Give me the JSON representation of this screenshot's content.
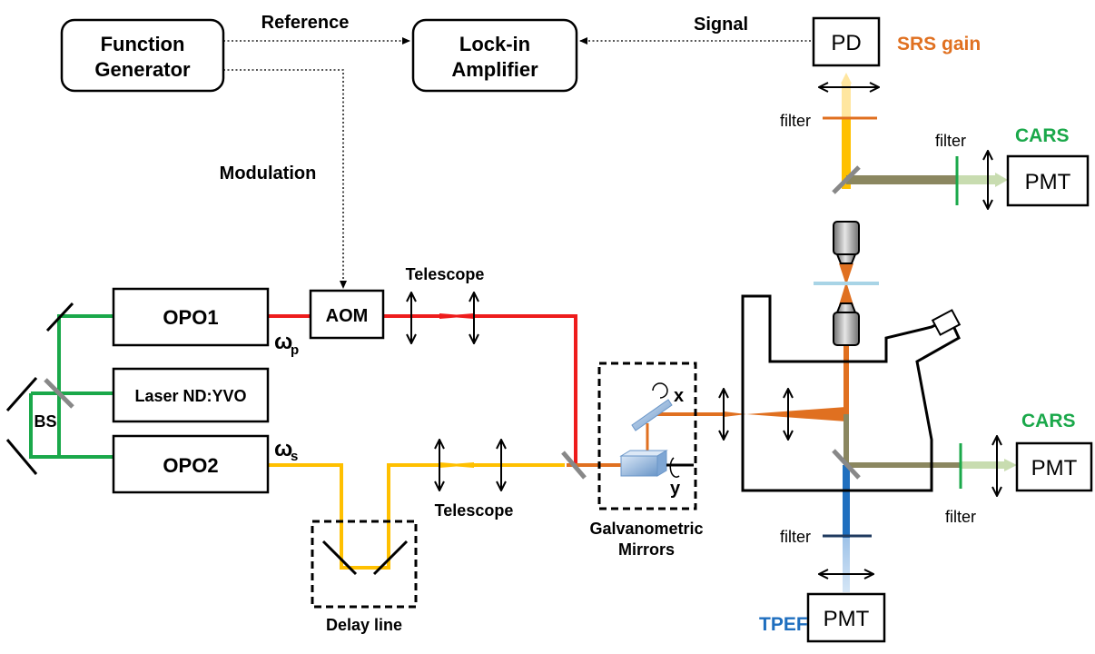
{
  "boxes": {
    "function_generator": [
      "Function",
      "Generator"
    ],
    "lockin_amplifier": [
      "Lock-in",
      "Amplifier"
    ],
    "pd": "PD",
    "pmt": "PMT",
    "opo1": "OPO1",
    "opo2": "OPO2",
    "laser": "Laser ND:YVO",
    "aom": "AOM"
  },
  "labels": {
    "reference": "Reference",
    "signal": "Signal",
    "modulation": "Modulation",
    "telescope": "Telescope",
    "galvo": [
      "Galvanometric",
      "Mirrors"
    ],
    "delay_line": "Delay line",
    "bs": "BS",
    "filter": "filter",
    "omega_p_base": "ω",
    "omega_p_sub": "p",
    "omega_s_base": "ω",
    "omega_s_sub": "s",
    "axis_x": "x",
    "axis_y": "y"
  },
  "detector_labels": {
    "srs_gain": "SRS gain",
    "cars": "CARS",
    "tpef": "TPEF"
  },
  "colors": {
    "pump_beam": "#ee1c1c",
    "stokes_beam": "#ffc000",
    "green_beam": "#1aa84a",
    "combined_beam": "#e07020",
    "cars_beam": "#8b8760",
    "tpef_beam": "#1f6fbf",
    "srs_label": "#e07020",
    "cars_label": "#1aa84a",
    "tpef_label": "#1f6fbf"
  }
}
